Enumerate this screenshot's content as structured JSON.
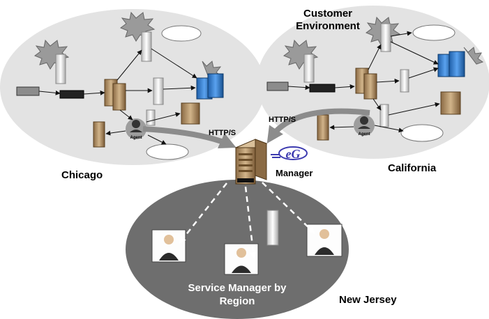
{
  "regions": {
    "chicago": "Chicago",
    "california": "California",
    "new_jersey": "New Jersey"
  },
  "customer_environment": [
    "Customer",
    "Environment"
  ],
  "protocol_left": "HTTP/S",
  "protocol_right": "HTTP/S",
  "manager_label": "Manager",
  "agent_label": "Agent",
  "logo_text": "eG",
  "service_manager": [
    "Service Manager by",
    "Region"
  ],
  "colors": {
    "region_fill": "#e3e3e3",
    "nj_fill": "#6e6e6e",
    "arrow_gray": "#8c8c8c",
    "server_tan": "#b8956a",
    "server_blue": "#3f86d6",
    "logo_blue": "#3d3bb0"
  },
  "icons": [
    "server-tower-icon",
    "rack-server-icon",
    "blue-server-icon",
    "storage-device-icon",
    "network-switch-icon",
    "cloud-icon",
    "burst-icon",
    "agent-icon",
    "user-workstation-icon",
    "eg-logo-icon"
  ]
}
